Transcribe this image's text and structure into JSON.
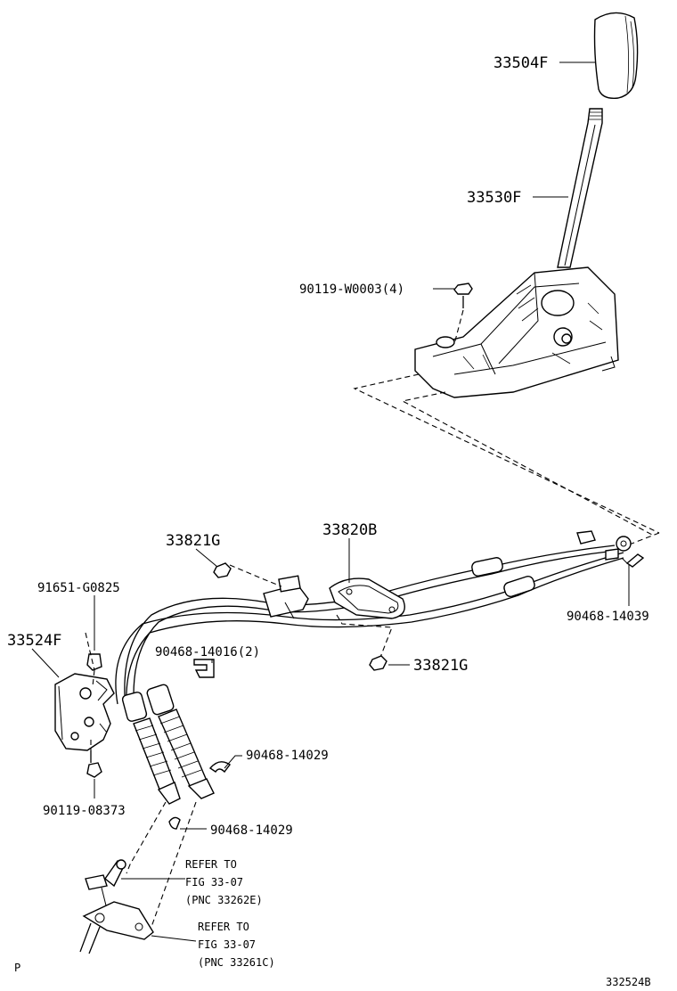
{
  "labels": {
    "knob": "33504F",
    "lever": "33530F",
    "bolt_main": "90119-W0003(4)",
    "nut_upper": "33821G",
    "cable_asm": "33820B",
    "bolt_small": "91651-G0825",
    "bracket": "33524F",
    "clip_2": "90468-14016(2)",
    "nut_lower": "33821G",
    "clip_right": "90468-14039",
    "clip_mid": "90468-14029",
    "bolt_bracket": "90119-08373",
    "clip_low": "90468-14029"
  },
  "refer1": {
    "line1": "REFER TO",
    "line2": "FIG 33-07",
    "line3": "(PNC 33262E)"
  },
  "refer2": {
    "line1": "REFER TO",
    "line2": "FIG 33-07",
    "line3": "(PNC 33261C)"
  },
  "corner_left": "P",
  "corner_right": "332524B"
}
